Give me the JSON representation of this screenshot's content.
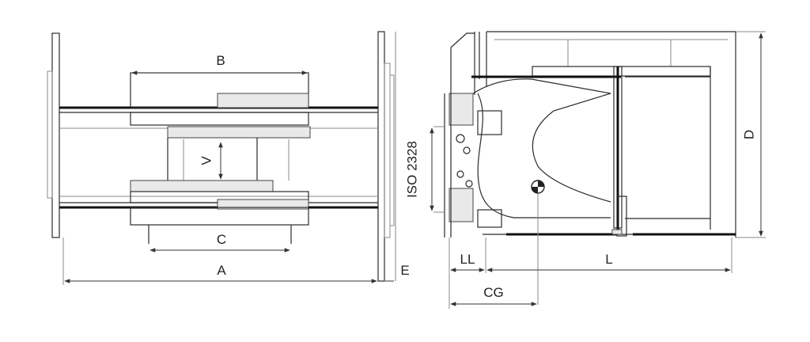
{
  "labels": {
    "A": "A",
    "B": "B",
    "C": "C",
    "V": "V",
    "E": "E",
    "D": "D",
    "LL": "LL",
    "L": "L",
    "CG": "CG",
    "iso": "ISO 2328"
  }
}
